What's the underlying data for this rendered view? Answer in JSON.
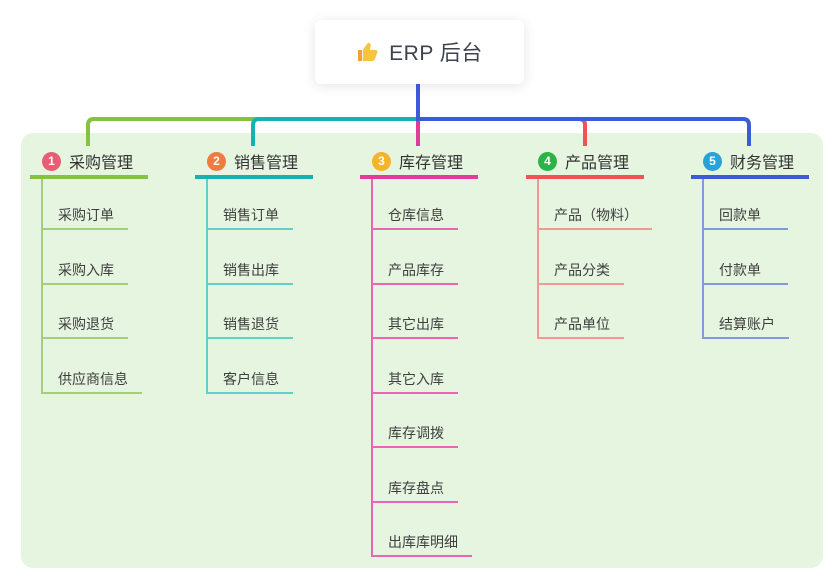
{
  "root": {
    "title": "ERP 后台",
    "icon": "thumbs-up-icon",
    "icon_color": "#f6c440",
    "connector_color": "#3d5bd9"
  },
  "canvas": {
    "background_color": "#e6f5e0"
  },
  "branches": [
    {
      "number": "1",
      "label": "采购管理",
      "line_color": "#85c142",
      "badge_color": "#e85d73",
      "items": [
        "采购订单",
        "采购入库",
        "采购退货",
        "供应商信息"
      ]
    },
    {
      "number": "2",
      "label": "销售管理",
      "line_color": "#14b3ae",
      "badge_color": "#ee7c41",
      "items": [
        "销售订单",
        "销售出库",
        "销售退货",
        "客户信息"
      ]
    },
    {
      "number": "3",
      "label": "库存管理",
      "line_color": "#e23a9d",
      "badge_color": "#f6b32c",
      "items": [
        "仓库信息",
        "产品库存",
        "其它出库",
        "其它入库",
        "库存调拨",
        "库存盘点",
        "出库库明细"
      ]
    },
    {
      "number": "4",
      "label": "产品管理",
      "line_color": "#f15352",
      "badge_color": "#2cb348",
      "items": [
        "产品（物料）",
        "产品分类",
        "产品单位"
      ]
    },
    {
      "number": "5",
      "label": "财务管理",
      "line_color": "#3d5bd9",
      "badge_color": "#27a3da",
      "items": [
        "回款单",
        "付款单",
        "结算账户"
      ]
    }
  ]
}
